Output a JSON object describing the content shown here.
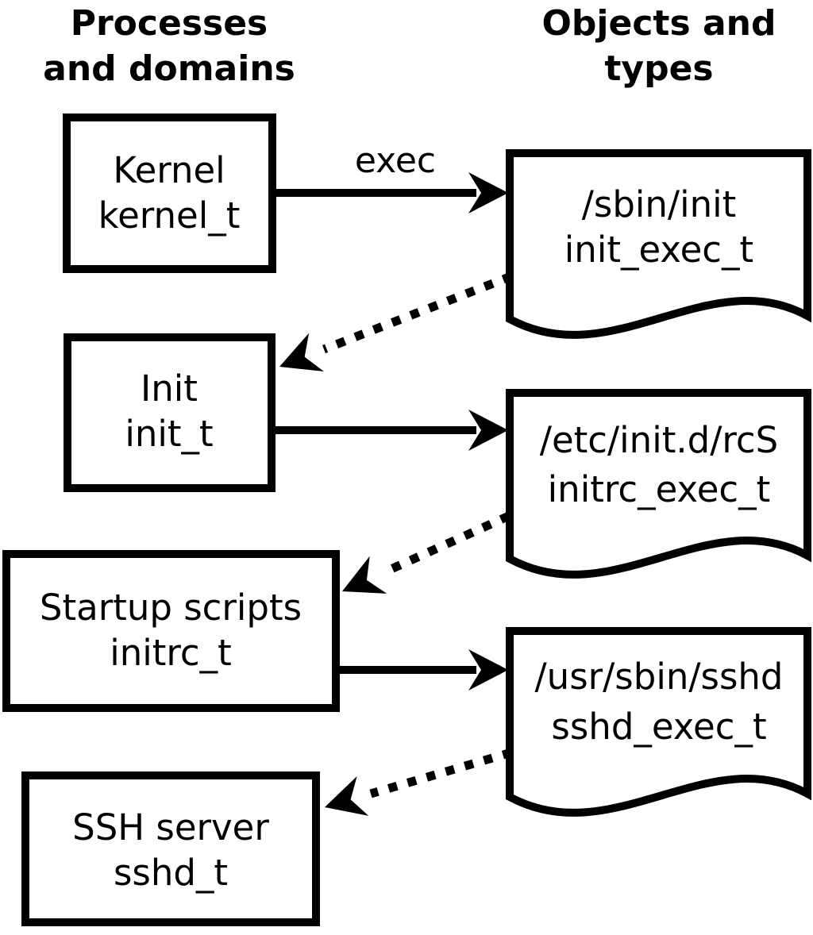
{
  "headers": {
    "left": {
      "line1": "Processes",
      "line2": "and domains"
    },
    "right": {
      "line1": "Objects and",
      "line2": "types"
    }
  },
  "labels": {
    "exec": "exec"
  },
  "processes": [
    {
      "name": "Kernel",
      "domain": "kernel_t"
    },
    {
      "name": "Init",
      "domain": "init_t"
    },
    {
      "name": "Startup scripts",
      "domain": "initrc_t"
    },
    {
      "name": "SSH server",
      "domain": "sshd_t"
    }
  ],
  "objects": [
    {
      "path": "/sbin/init",
      "type": "init_exec_t"
    },
    {
      "path": "/etc/init.d/rcS",
      "type": "initrc_exec_t"
    },
    {
      "path": "/usr/sbin/sshd",
      "type": "sshd_exec_t"
    }
  ],
  "edges": [
    {
      "from": "kernel_t",
      "to": "init_exec_t",
      "style": "solid",
      "label": "exec"
    },
    {
      "from": "init_exec_t",
      "to": "init_t",
      "style": "dotted",
      "label": ""
    },
    {
      "from": "init_t",
      "to": "initrc_exec_t",
      "style": "solid",
      "label": ""
    },
    {
      "from": "initrc_exec_t",
      "to": "initrc_t",
      "style": "dotted",
      "label": ""
    },
    {
      "from": "initrc_t",
      "to": "sshd_exec_t",
      "style": "solid",
      "label": ""
    },
    {
      "from": "sshd_exec_t",
      "to": "sshd_t",
      "style": "dotted",
      "label": ""
    }
  ],
  "colors": {
    "foreground": "#000000",
    "background": "#ffffff"
  }
}
